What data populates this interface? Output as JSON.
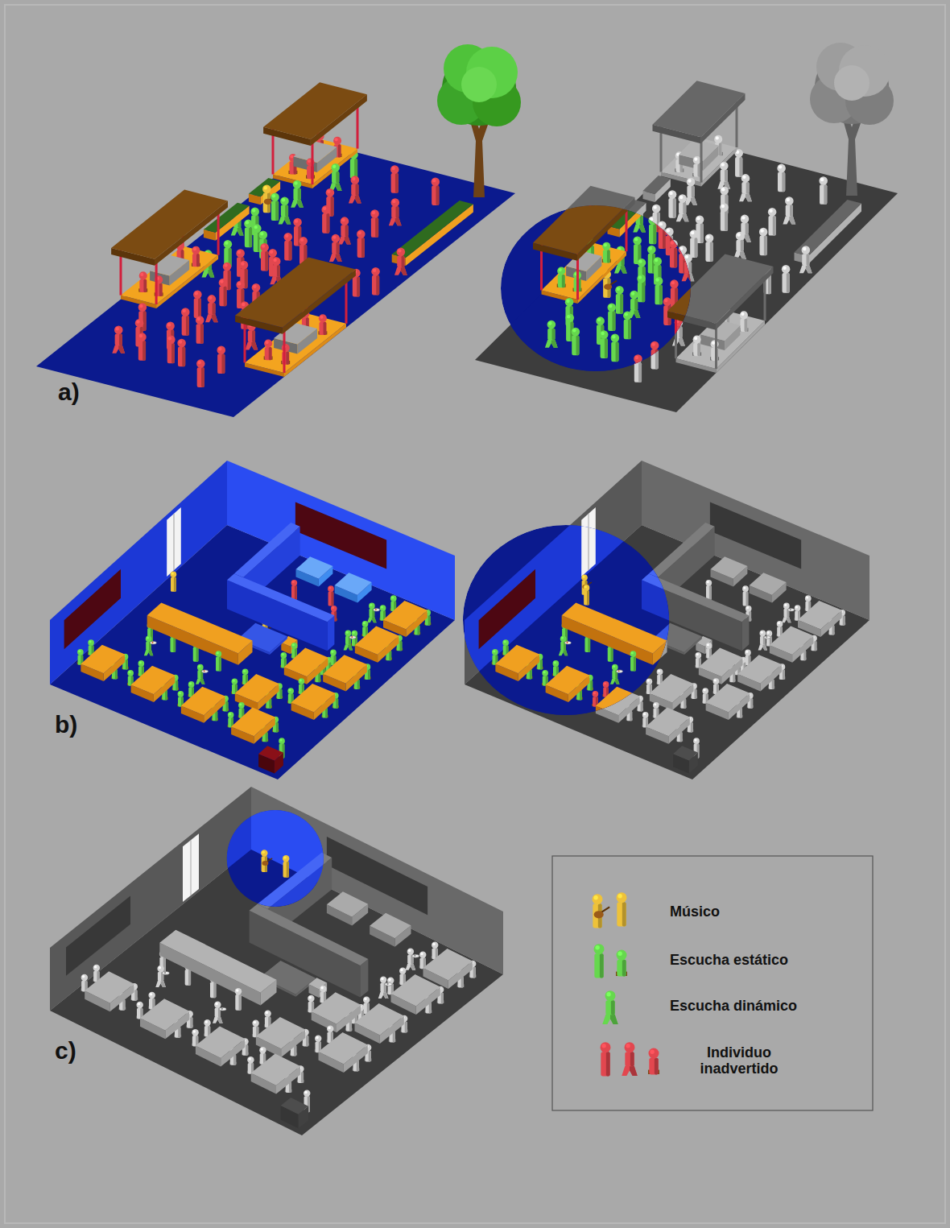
{
  "diagram": {
    "labels": [
      "a)",
      "b)",
      "c)"
    ],
    "legend": [
      {
        "text": "Músico"
      },
      {
        "text": "Escucha estático"
      },
      {
        "text": "Escucha dinámico"
      },
      {
        "text": "Individuo inadvertido"
      }
    ]
  }
}
